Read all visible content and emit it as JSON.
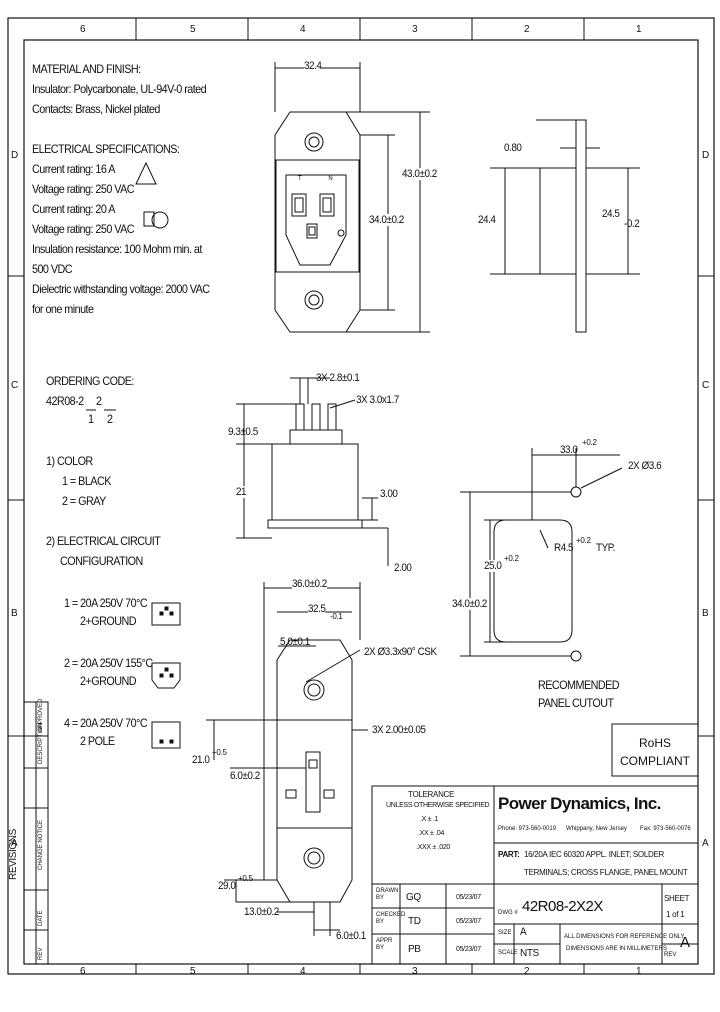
{
  "grid": {
    "columns_top": [
      "6",
      "5",
      "4",
      "3",
      "2",
      "1"
    ],
    "columns_bottom": [
      "6",
      "5",
      "4",
      "3",
      "2",
      "1"
    ],
    "rows": [
      "D",
      "C",
      "B",
      "A"
    ]
  },
  "notes": {
    "material_heading": "MATERIAL AND FINISH:",
    "insulator": "Insulator: Polycarbonate, UL-94V-0 rated",
    "contacts": "Contacts: Brass, Nickel plated",
    "electrical_heading": "ELECTRICAL SPECIFICATIONS:",
    "current_16": "Current rating: 16 A",
    "voltage_250_a": "Voltage rating: 250 VAC",
    "current_20": "Current rating: 20 A",
    "voltage_250_b": "Voltage rating: 250 VAC",
    "insulation_1": "Insulation resistance: 100 Mohm min. at",
    "insulation_2": "500 VDC",
    "dielectric_1": "Dielectric withstanding voltage: 2000 VAC",
    "dielectric_2": "for one minute"
  },
  "ordering": {
    "heading": "ORDERING CODE:",
    "code": "42R08-2",
    "slot1": "2",
    "idx1": "1",
    "idx2": "2",
    "color_heading": "1)  COLOR",
    "color_1": "1 = BLACK",
    "color_2": "2 = GRAY",
    "circuit_heading_1": "2)  ELECTRICAL CIRCUIT",
    "circuit_heading_2": "CONFIGURATION",
    "opt1_a": "1 = 20A 250V 70°C",
    "opt1_b": "2+GROUND",
    "opt2_a": "2 = 20A 250V 155°C",
    "opt2_b": "2+GROUND",
    "opt4_a": "4 = 20A 250V 70°C",
    "opt4_b": "2 POLE"
  },
  "dimensions": {
    "front_width": "32.4",
    "front_height": "43.0±0.2",
    "front_inner_height": "34.0±0.2",
    "side_thickness": "0.80",
    "side_height_left": "24.4",
    "side_height_right": "24.5",
    "side_height_right_tol": "-0.2",
    "pins_3x_a": "3X 2.8±0.1",
    "pins_3x_b": "3X 3.0x1.7",
    "pin_len": "9.3±0.5",
    "body_depth": "21",
    "flange_3": "3.00",
    "flange_2": "2.00",
    "cut_width": "33.0",
    "cut_width_tol": "+0.2",
    "cut_holes": "2X Ø3.6",
    "cut_inner": "25.0",
    "cut_inner_tol": "+0.2",
    "cut_radius": "R4.5",
    "cut_radius_tol": "+0.2",
    "cut_radius_typ": "TYP.",
    "cut_height": "34.0±0.2",
    "cut_label_1": "RECOMMENDED",
    "cut_label_2": "PANEL CUTOUT",
    "rear_width": "36.0±0.2",
    "rear_hole_span": "32.5",
    "rear_hole_span_tol": "-0.1",
    "rear_hole_off": "5.0±0.1",
    "rear_csk": "2X Ø3.3x90° CSK",
    "rear_3x": "3X 2.00±0.05",
    "rear_21": "21.0",
    "rear_21_tol": "+0.5",
    "rear_6": "6.0±0.2",
    "rear_29": "29.0",
    "rear_29_tol": "+0.5",
    "rear_13": "13.0±0.2",
    "rear_6b": "6.0±0.1"
  },
  "rohs": {
    "line1": "RoHS",
    "line2": "COMPLIANT"
  },
  "revisions": {
    "title": "REVISIONS",
    "cols": [
      "REV",
      "DATE",
      "CHANGE NOTICE",
      "DESCRIPTION",
      "APPROVED"
    ]
  },
  "title_block": {
    "tolerance_heading": "TOLERANCE",
    "tolerance_sub": "UNLESS OTHERWISE SPECIFIED",
    "tol_x": ".X    ±    .1",
    "tol_xx": ".XX   ±    .04",
    "tol_xxx": ".XXX  ±   .020",
    "drawn_label": "DRAWN BY",
    "drawn_by": "GQ",
    "drawn_date": "05/23/07",
    "checked_label": "CHECKED BY",
    "checked_by": "TD",
    "checked_date": "05/23/07",
    "appr_label": "APPR BY",
    "appr_by": "PB",
    "appr_date": "05/23/07",
    "company": "Power Dynamics, Inc.",
    "phone": "Phone: 973-560-0019",
    "city": "Whippany, New Jersey",
    "fax": "Fax: 973-560-0076",
    "part_label": "PART:",
    "part_desc_1": "16/20A IEC 60320 APPL. INLET; SOLDER",
    "part_desc_2": "TERMINALS; CROSS FLANGE, PANEL MOUNT",
    "dwg_label": "DWG #",
    "dwg_no": "42R08-2X2X",
    "sheet_label": "SHEET",
    "sheet_value": "1 of 1",
    "size_label": "SIZE",
    "size_value": "A",
    "scale_label": "SCALE",
    "scale_value": "NTS",
    "ref_note_1": "ALL DIMENSIONS FOR REFERENCE ONLY",
    "ref_note_2": "DIMENSIONS ARE IN MILLIMETERS",
    "rev_label": "REV",
    "rev_value": "A"
  }
}
